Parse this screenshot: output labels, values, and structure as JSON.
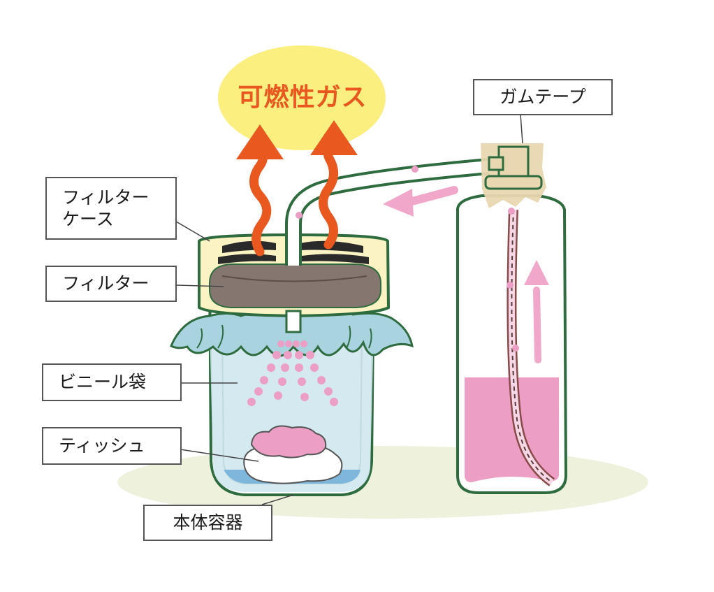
{
  "title": "可燃性ガス",
  "labels": {
    "gum_tape": "ガムテープ",
    "filter_case_line1": "フィルター",
    "filter_case_line2": "ケース",
    "filter": "フィルター",
    "plastic_bag": "ビニール袋",
    "tissue": "ティッシュ",
    "main_container": "本体容器"
  },
  "colors": {
    "outline_green": "#2e6b3f",
    "flame_orange": "#e8581f",
    "gas_yellow": "#fbef80",
    "bag_blue": "#a9d3df",
    "pink_liquid": "#ec9ec4",
    "filter_brown": "#85766f",
    "lid_cream": "#fbf3c3",
    "tape_tan": "#e8d7b0",
    "ground": "#eef2dd"
  }
}
